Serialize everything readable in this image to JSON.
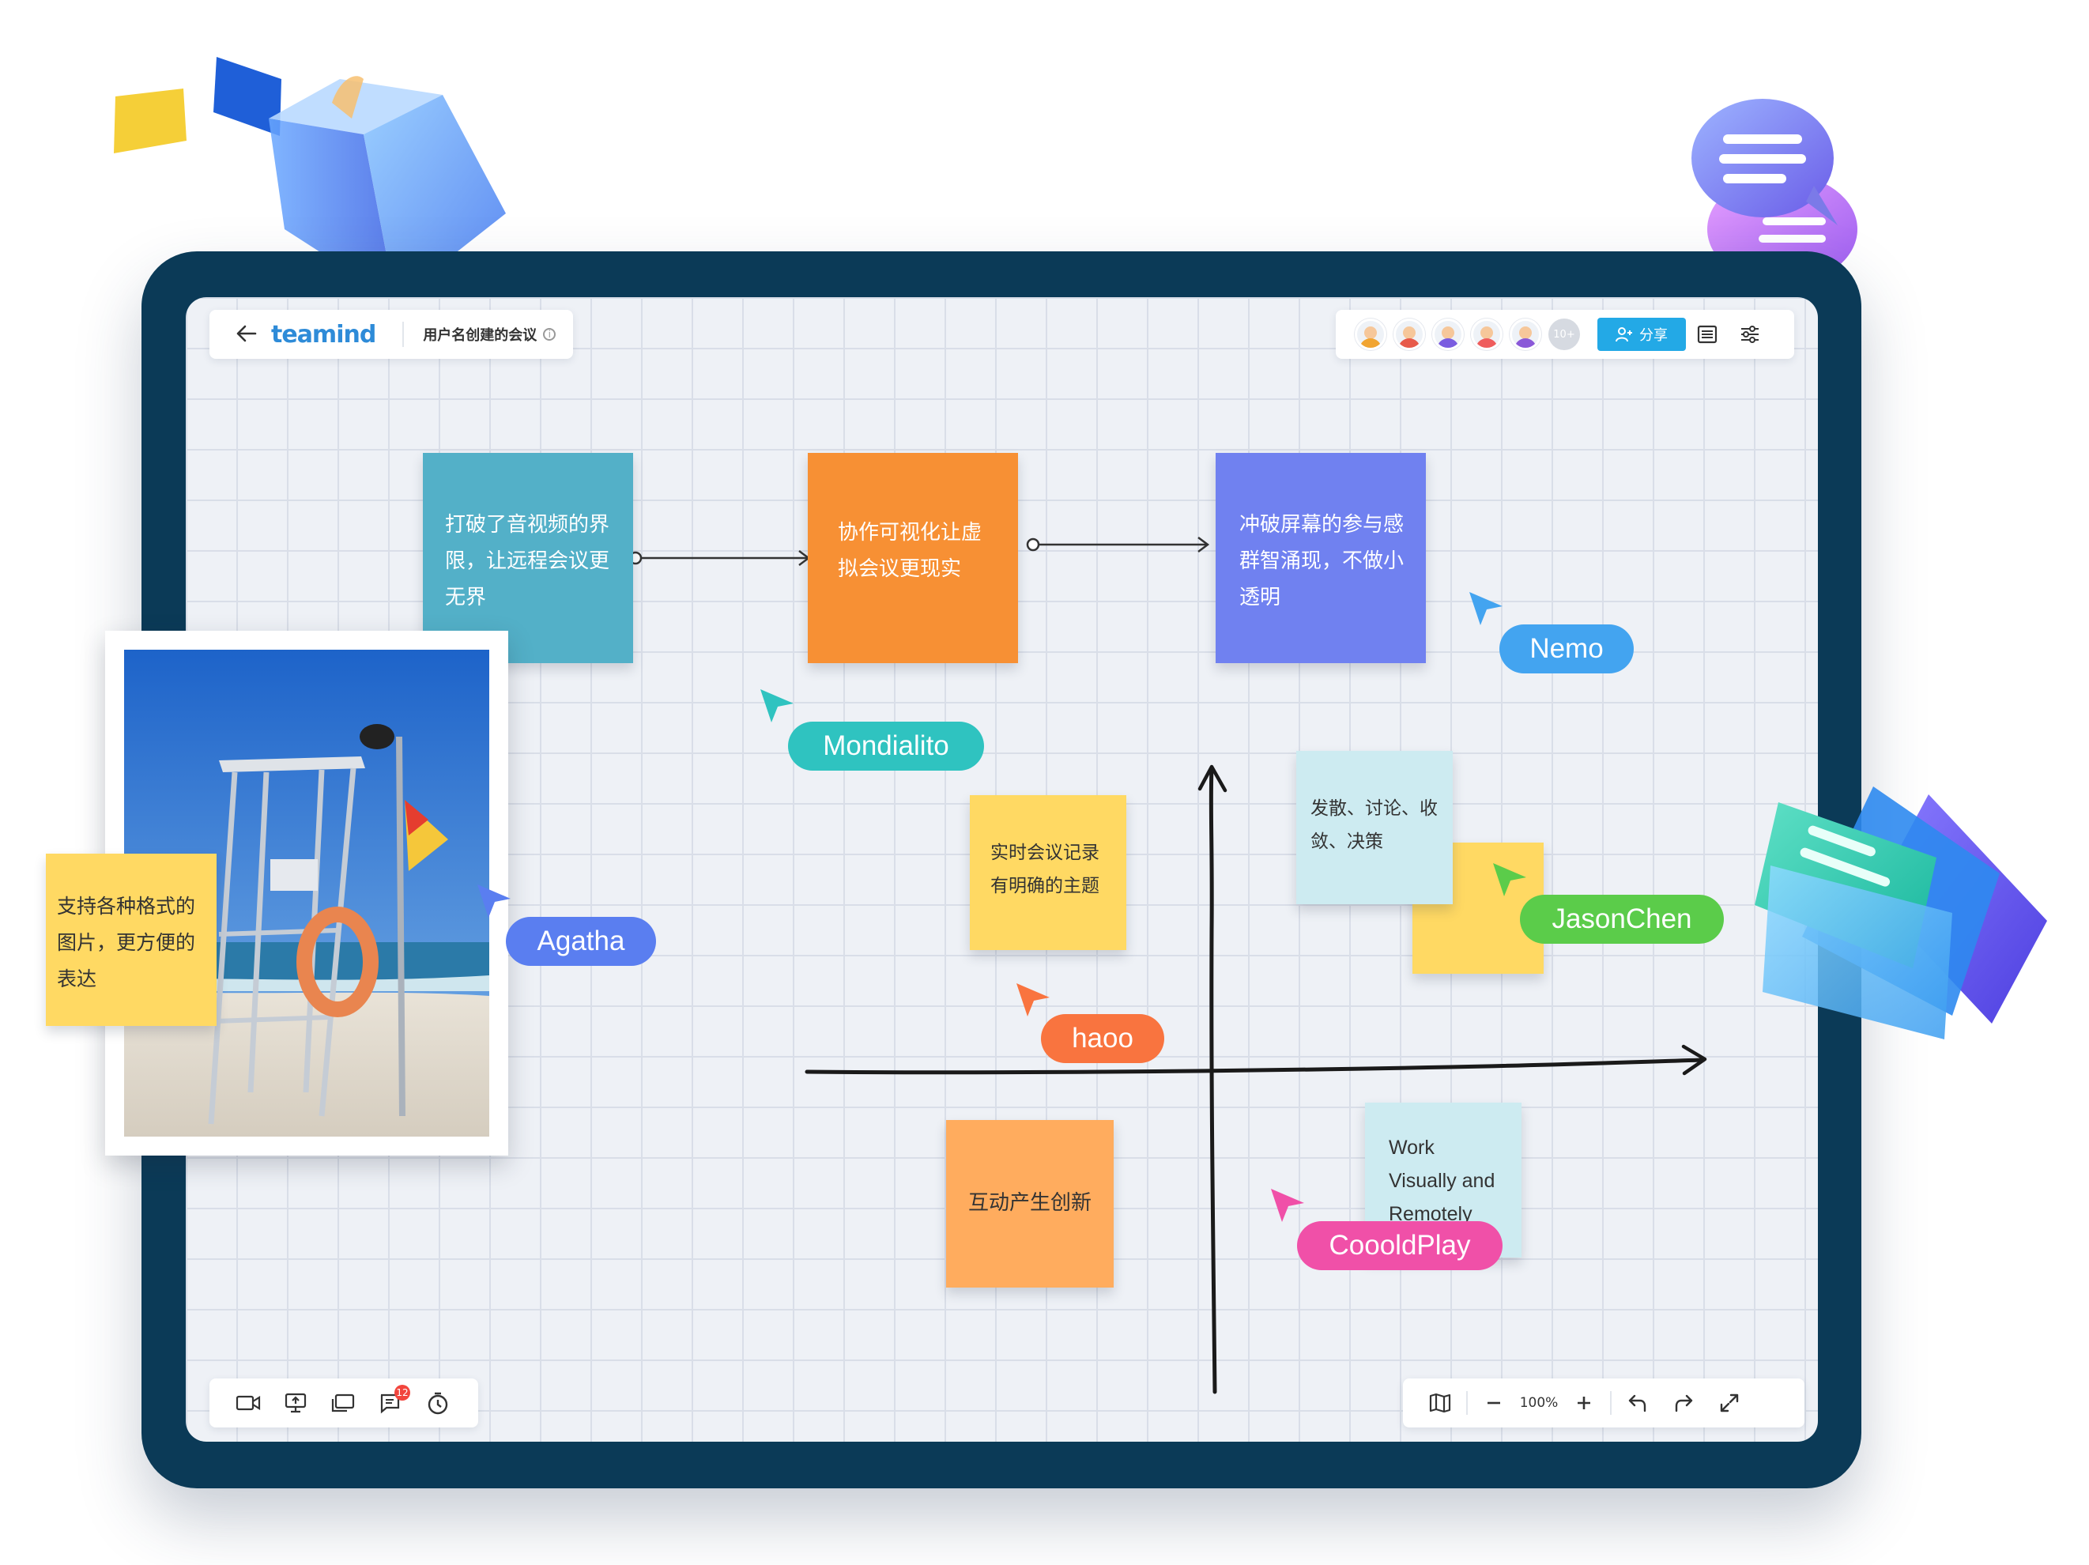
{
  "header": {
    "logo_text": "teamind",
    "meeting_title": "用户名创建的会议",
    "info_icon": "ⓘ",
    "share_label": "分享",
    "avatar_more": "10+"
  },
  "avatars": [
    {
      "color": "#f1a431"
    },
    {
      "color": "#e75a4a"
    },
    {
      "color": "#7a5ce0"
    },
    {
      "color": "#ef5d5d"
    },
    {
      "color": "#8a58d8"
    }
  ],
  "notes": {
    "av_lines": [
      "打破了音视频的界",
      "限，让远程会议更",
      "无界"
    ],
    "collab_lines": [
      "协作可视化让虚",
      "拟会议更现实"
    ],
    "break_lines": [
      "冲破屏幕的参与感",
      "群智涌现，不做小",
      "透明"
    ],
    "record_lines": [
      "实时会议记录",
      "有明确的主题"
    ],
    "diverge_lines": [
      "发散、讨论、收",
      "敛、决策"
    ],
    "interact_lines": [
      "互动产生创新"
    ],
    "work_lines": [
      "Work",
      "Visually and",
      "Remotely"
    ],
    "formats_lines": [
      "支持各种格式的",
      "图片，更方便的",
      "表达"
    ]
  },
  "cursors": {
    "nemo": {
      "name": "Nemo",
      "color": "#43a4f0"
    },
    "mondialito": {
      "name": "Mondialito",
      "color": "#2fc3c0"
    },
    "agatha": {
      "name": "Agatha",
      "color": "#5a7ef0"
    },
    "jasonchen": {
      "name": "JasonChen",
      "color": "#5bcc4a"
    },
    "haoo": {
      "name": "haoo",
      "color": "#f9743f"
    },
    "cooold": {
      "name": "CoooldPlay",
      "color": "#f050a8"
    }
  },
  "bottom_toolbar": {
    "chat_badge": "12",
    "zoom_level": "100%"
  },
  "icons": [
    "back-arrow-icon",
    "info-icon",
    "add-user-icon",
    "list-icon",
    "settings-icon",
    "video-icon",
    "screen-share-icon",
    "whiteboard-icon",
    "chat-icon",
    "timer-icon",
    "map-icon",
    "zoom-out-icon",
    "zoom-in-icon",
    "undo-icon",
    "redo-icon",
    "fullscreen-icon"
  ]
}
